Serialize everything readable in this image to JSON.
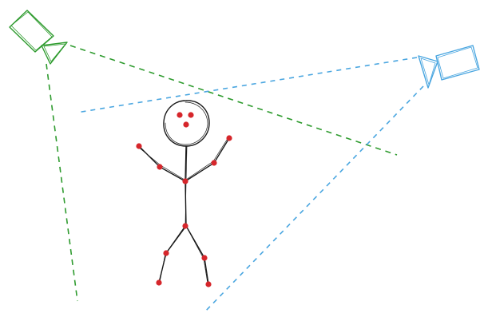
{
  "diagram": {
    "cameras": [
      {
        "name": "camera-left",
        "color": "#2e9b2e"
      },
      {
        "name": "camera-right",
        "color": "#4aa6e0"
      }
    ],
    "figure": {
      "stroke_color": "#1a1a1a",
      "marker_color": "#d6262b",
      "marker_count": 14
    }
  }
}
